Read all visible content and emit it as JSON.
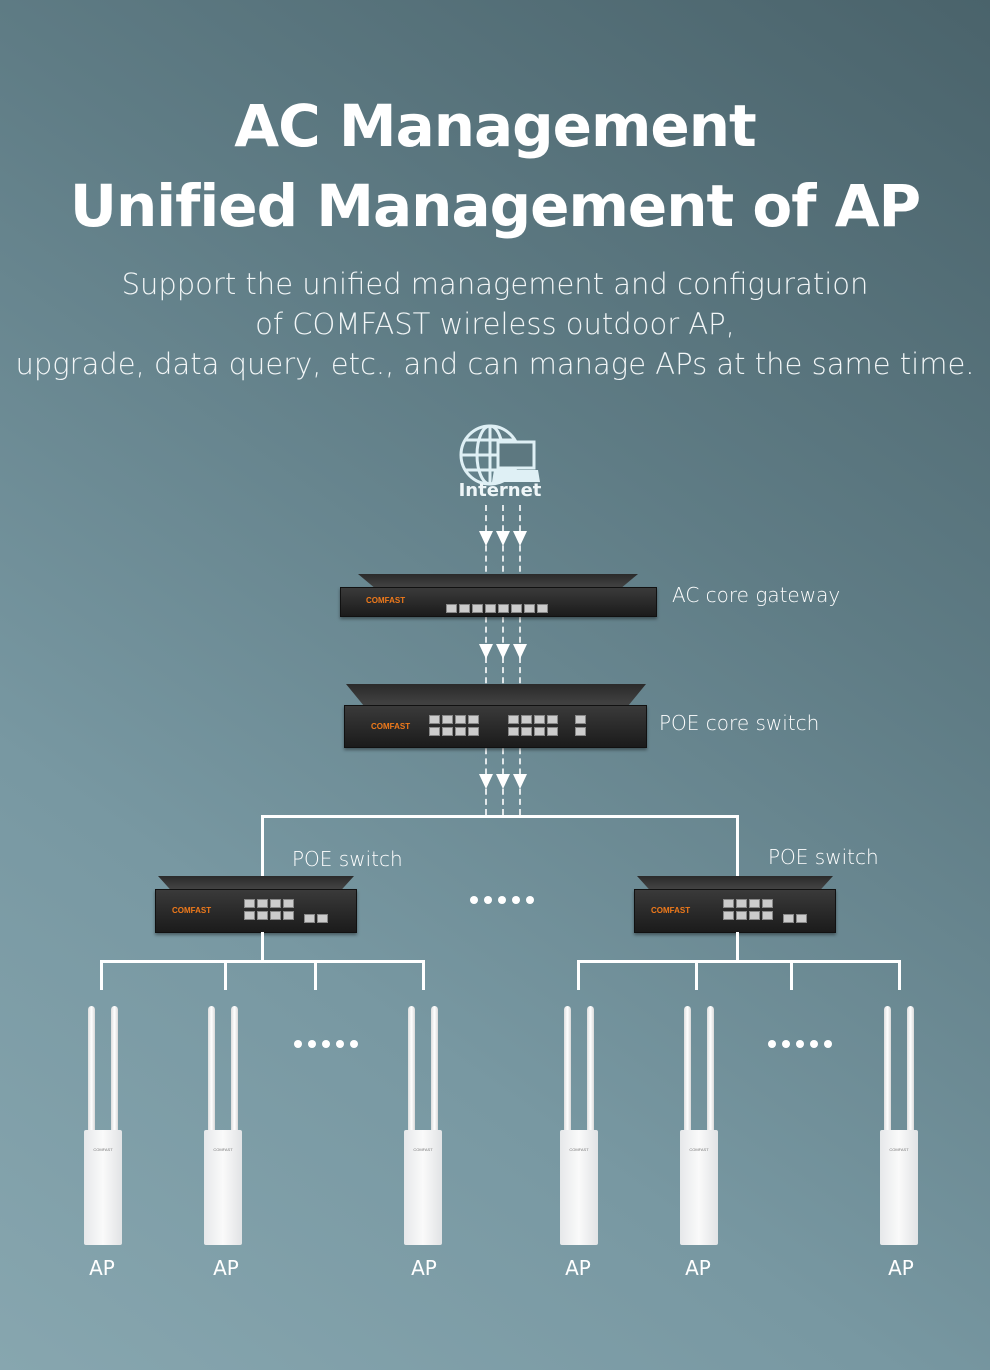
{
  "title": {
    "line1": "AC Management",
    "line2": "Unified Management of AP"
  },
  "subtitle": [
    "Support the unified management and configuration",
    "of COMFAST wireless outdoor AP,",
    "upgrade, data query, etc., and can manage APs at the same time."
  ],
  "diagram": {
    "internet_label": "Internet",
    "gateway_label": "AC core gateway",
    "core_switch_label": "POE core switch",
    "poe_switch_labels": [
      "POE switch",
      "POE switch"
    ],
    "brand": "COMFAST",
    "ap_labels": [
      "AP",
      "AP",
      "AP",
      "AP",
      "AP",
      "AP"
    ]
  }
}
